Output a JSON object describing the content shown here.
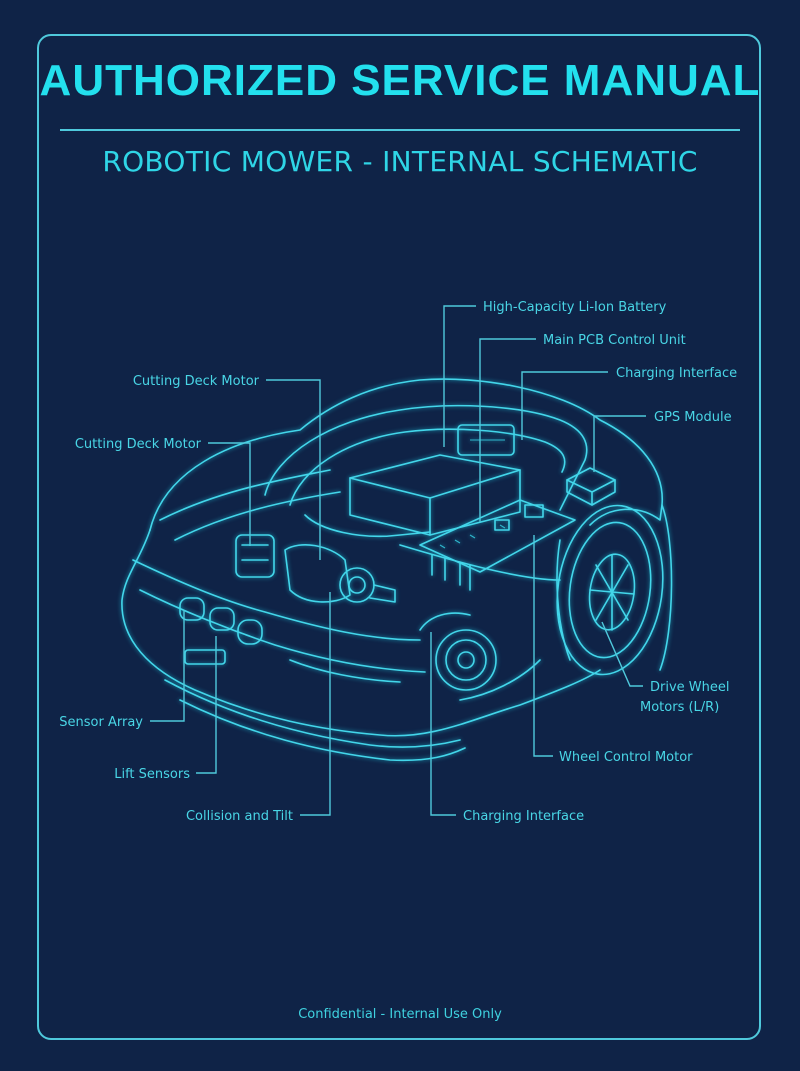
{
  "header": {
    "title": "AUTHORIZED SERVICE MANUAL",
    "subtitle": "ROBOTIC MOWER - INTERNAL SCHEMATIC"
  },
  "labels": {
    "battery": "High-Capacity Li-Ion Battery",
    "pcb": "Main PCB Control Unit",
    "charging_top": "Charging Interface",
    "gps": "GPS Module",
    "cutting_motor_1": "Cutting Deck Motor",
    "cutting_motor_2": "Cutting Deck Motor",
    "drive_wheel_line1": "Drive Wheel",
    "drive_wheel_line2": "Motors (L/R)",
    "wheel_control": "Wheel Control Motor",
    "sensor_array": "Sensor Array",
    "lift_sensors": "Lift Sensors",
    "collision_tilt": "Collision and Tilt",
    "charging_bottom": "Charging Interface"
  },
  "footer": {
    "note": "Confidential - Internal Use Only"
  },
  "colors": {
    "background": "#0f2347",
    "accent": "#23e0ee",
    "line": "#4fc9dc"
  }
}
